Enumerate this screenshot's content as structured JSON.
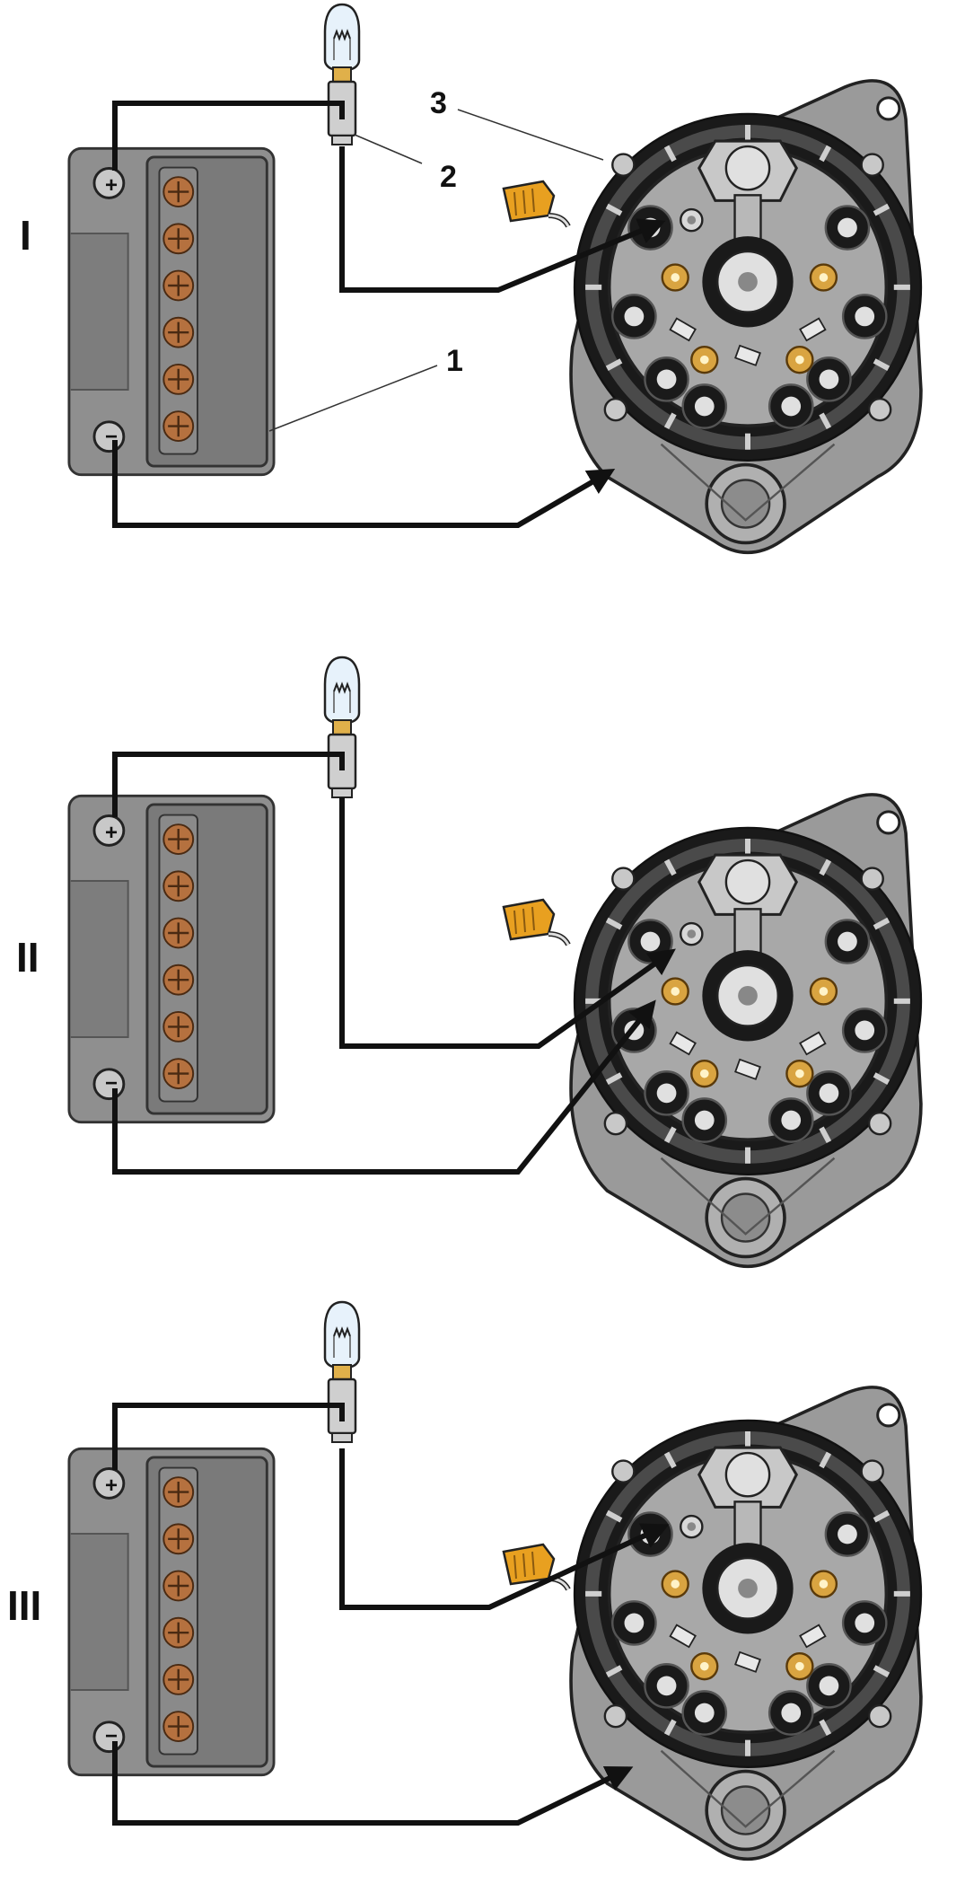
{
  "panels": [
    {
      "roman": "I",
      "plus": "+",
      "minus": "−"
    },
    {
      "roman": "II",
      "plus": "+",
      "minus": "−"
    },
    {
      "roman": "III",
      "plus": "+",
      "minus": "−"
    }
  ],
  "callouts": {
    "battery": "1",
    "lamp": "2",
    "alternator": "3"
  },
  "colors": {
    "wire": "#111111",
    "battery_body": "#8f8f8f",
    "battery_dark": "#6f6f6f",
    "cell_copper": "#b5713f",
    "alternator_body": "#9a9a9a",
    "alternator_dark": "#1a1a1a",
    "terminal_gold": "#d9a441",
    "plug_orange": "#e8a020",
    "lamp_glass": "#e7f2fb"
  },
  "icons": [
    "battery-icon",
    "lamp-icon",
    "alternator-icon",
    "connector-plug-icon",
    "arrow-icon"
  ]
}
